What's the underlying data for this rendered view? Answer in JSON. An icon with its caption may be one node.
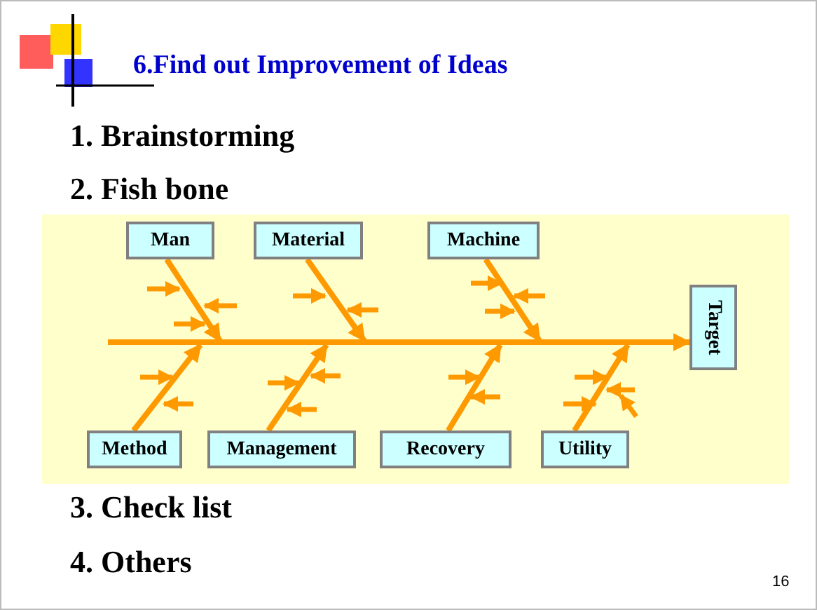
{
  "diagram": {
    "title": "6.Find out Improvement of Ideas",
    "nodes": [
      {
        "text": [
          "Man"
        ]
      },
      {
        "text": [
          "Material"
        ]
      },
      {
        "text": [
          "Machine"
        ]
      },
      {
        "text": [
          "Target"
        ]
      },
      {
        "text": [
          "Method"
        ]
      },
      {
        "text": [
          "Management"
        ]
      },
      {
        "text": [
          "Recovery"
        ]
      },
      {
        "text": [
          "Utility"
        ]
      }
    ],
    "edges": [
      {
        "from": null,
        "to": 3,
        "arrow": "to"
      },
      {
        "from": 0,
        "to": null,
        "arrow": "to"
      },
      {
        "from": 1,
        "to": null,
        "arrow": "to"
      },
      {
        "from": 2,
        "to": null,
        "arrow": "to"
      },
      {
        "from": 4,
        "to": null,
        "arrow": "to"
      },
      {
        "from": 5,
        "to": null,
        "arrow": "to"
      },
      {
        "from": 6,
        "to": null,
        "arrow": "to"
      },
      {
        "from": 7,
        "to": null,
        "arrow": "to"
      }
    ],
    "labels": [
      "1. Brainstorming",
      "2. Fish bone",
      "3. Check list",
      "4. Others",
      "16"
    ]
  }
}
